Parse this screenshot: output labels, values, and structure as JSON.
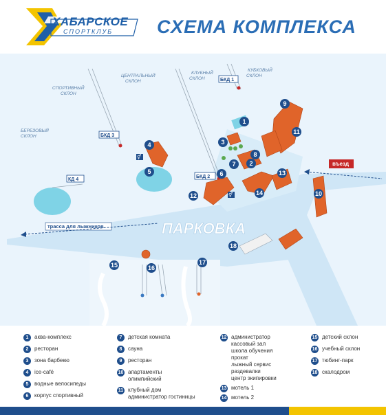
{
  "header": {
    "logo_line1": "ХАБАРСКОЕ",
    "logo_line2": "СПОРТКЛУБ",
    "title": "СХЕМА КОМПЛЕКСА"
  },
  "colors": {
    "brand_blue": "#1f4e8c",
    "accent_yellow": "#f3c400",
    "snow": "#e6f2fb",
    "road": "#cfe6f6",
    "building": "#e0642a",
    "badge_red": "#c62828"
  },
  "map": {
    "slopes": {
      "sport": [
        "СПОРТИВНЫЙ",
        "СКЛОН"
      ],
      "birch": [
        "БЕРЕЗОВЫЙ",
        "СКЛОН"
      ],
      "central": [
        "ЦЕНТРАЛЬНЫЙ",
        "СКЛОН"
      ],
      "club": [
        "КЛУБНЫЙ",
        "СКЛОН"
      ],
      "cube": [
        "КУБКОВЫЙ",
        "СКЛОН"
      ]
    },
    "lifts": {
      "bkd1": "БКД 1",
      "bkd2": "БКД 2",
      "bkd3": "БКД 3",
      "kd4": "КД 4"
    },
    "parking": "ПАРКОВКА",
    "entry": "въезд",
    "ski_track": "трасса для лыжников",
    "markers": [
      "1",
      "2",
      "3",
      "4",
      "5",
      "6",
      "7",
      "8",
      "9",
      "10",
      "11",
      "12",
      "13",
      "14",
      "15",
      "16",
      "17",
      "18"
    ]
  },
  "legend": {
    "col1": [
      {
        "num": "1",
        "text": "аква-комплекс"
      },
      {
        "num": "2",
        "text": "ресторан"
      },
      {
        "num": "3",
        "text": "зона барбекю"
      },
      {
        "num": "4",
        "text": "ice-café"
      },
      {
        "num": "5",
        "text": "водные велосипеды"
      },
      {
        "num": "6",
        "text": "корпус спортивный"
      }
    ],
    "col2": [
      {
        "num": "7",
        "text": "детская комната"
      },
      {
        "num": "8",
        "text": "сауна"
      },
      {
        "num": "9",
        "text": "ресторан"
      },
      {
        "num": "10",
        "text": "апартаменты\nолимпийский"
      },
      {
        "num": "11",
        "text": "клубный дом\nадминистратор гостиницы"
      }
    ],
    "col3": [
      {
        "num": "12",
        "text": "администратор\nкассовый зал\nшкола обучения\nпрокат\nлыжный сервис\nраздевалки\nцентр экипировки"
      },
      {
        "num": "13",
        "text": "мотель 1"
      },
      {
        "num": "14",
        "text": "мотель 2"
      }
    ],
    "col4": [
      {
        "num": "15",
        "text": "детский склон"
      },
      {
        "num": "16",
        "text": "учебный склон"
      },
      {
        "num": "17",
        "text": "тюбинг-парк"
      },
      {
        "num": "18",
        "text": "скалодром"
      }
    ]
  }
}
